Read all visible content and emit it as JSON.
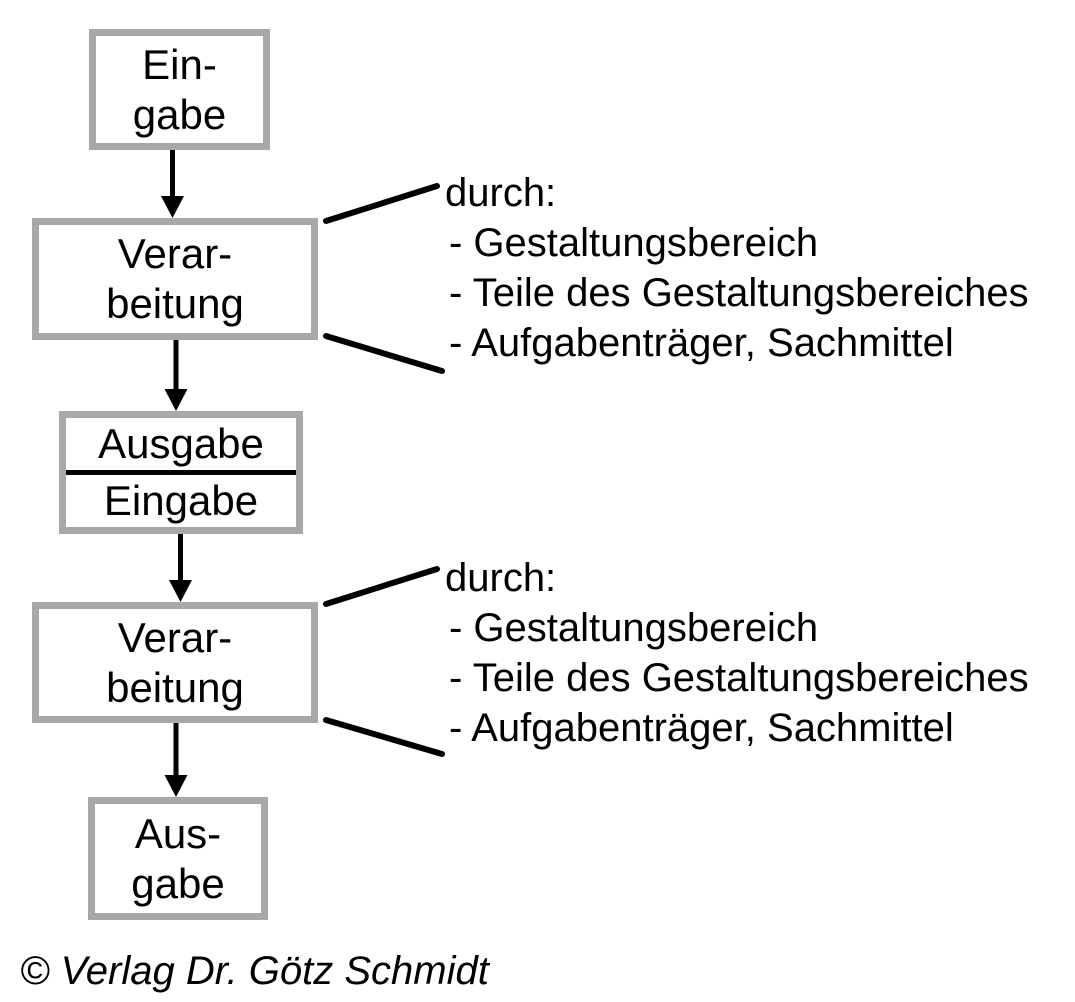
{
  "colors": {
    "box_border": "#a8a8a8",
    "line": "#000000",
    "text": "#000000",
    "background": "#ffffff"
  },
  "diagram": {
    "boxes": [
      {
        "label": "Ein-\ngabe"
      },
      {
        "label": "Verar-\nbeitung"
      },
      {
        "top_label": "Ausgabe",
        "bottom_label": "Eingabe"
      },
      {
        "label": "Verar-\nbeitung"
      },
      {
        "label": "Aus-\ngabe"
      }
    ],
    "annotations": [
      {
        "title": "durch:",
        "items": [
          "- Gestaltungsbereich",
          "- Teile des Gestaltungsbereiches",
          "- Aufgabenträger, Sachmittel"
        ]
      },
      {
        "title": "durch:",
        "items": [
          "- Gestaltungsbereich",
          "- Teile des Gestaltungsbereiches",
          "- Aufgabenträger, Sachmittel"
        ]
      }
    ],
    "footer": "© Verlag Dr. Götz Schmidt"
  }
}
